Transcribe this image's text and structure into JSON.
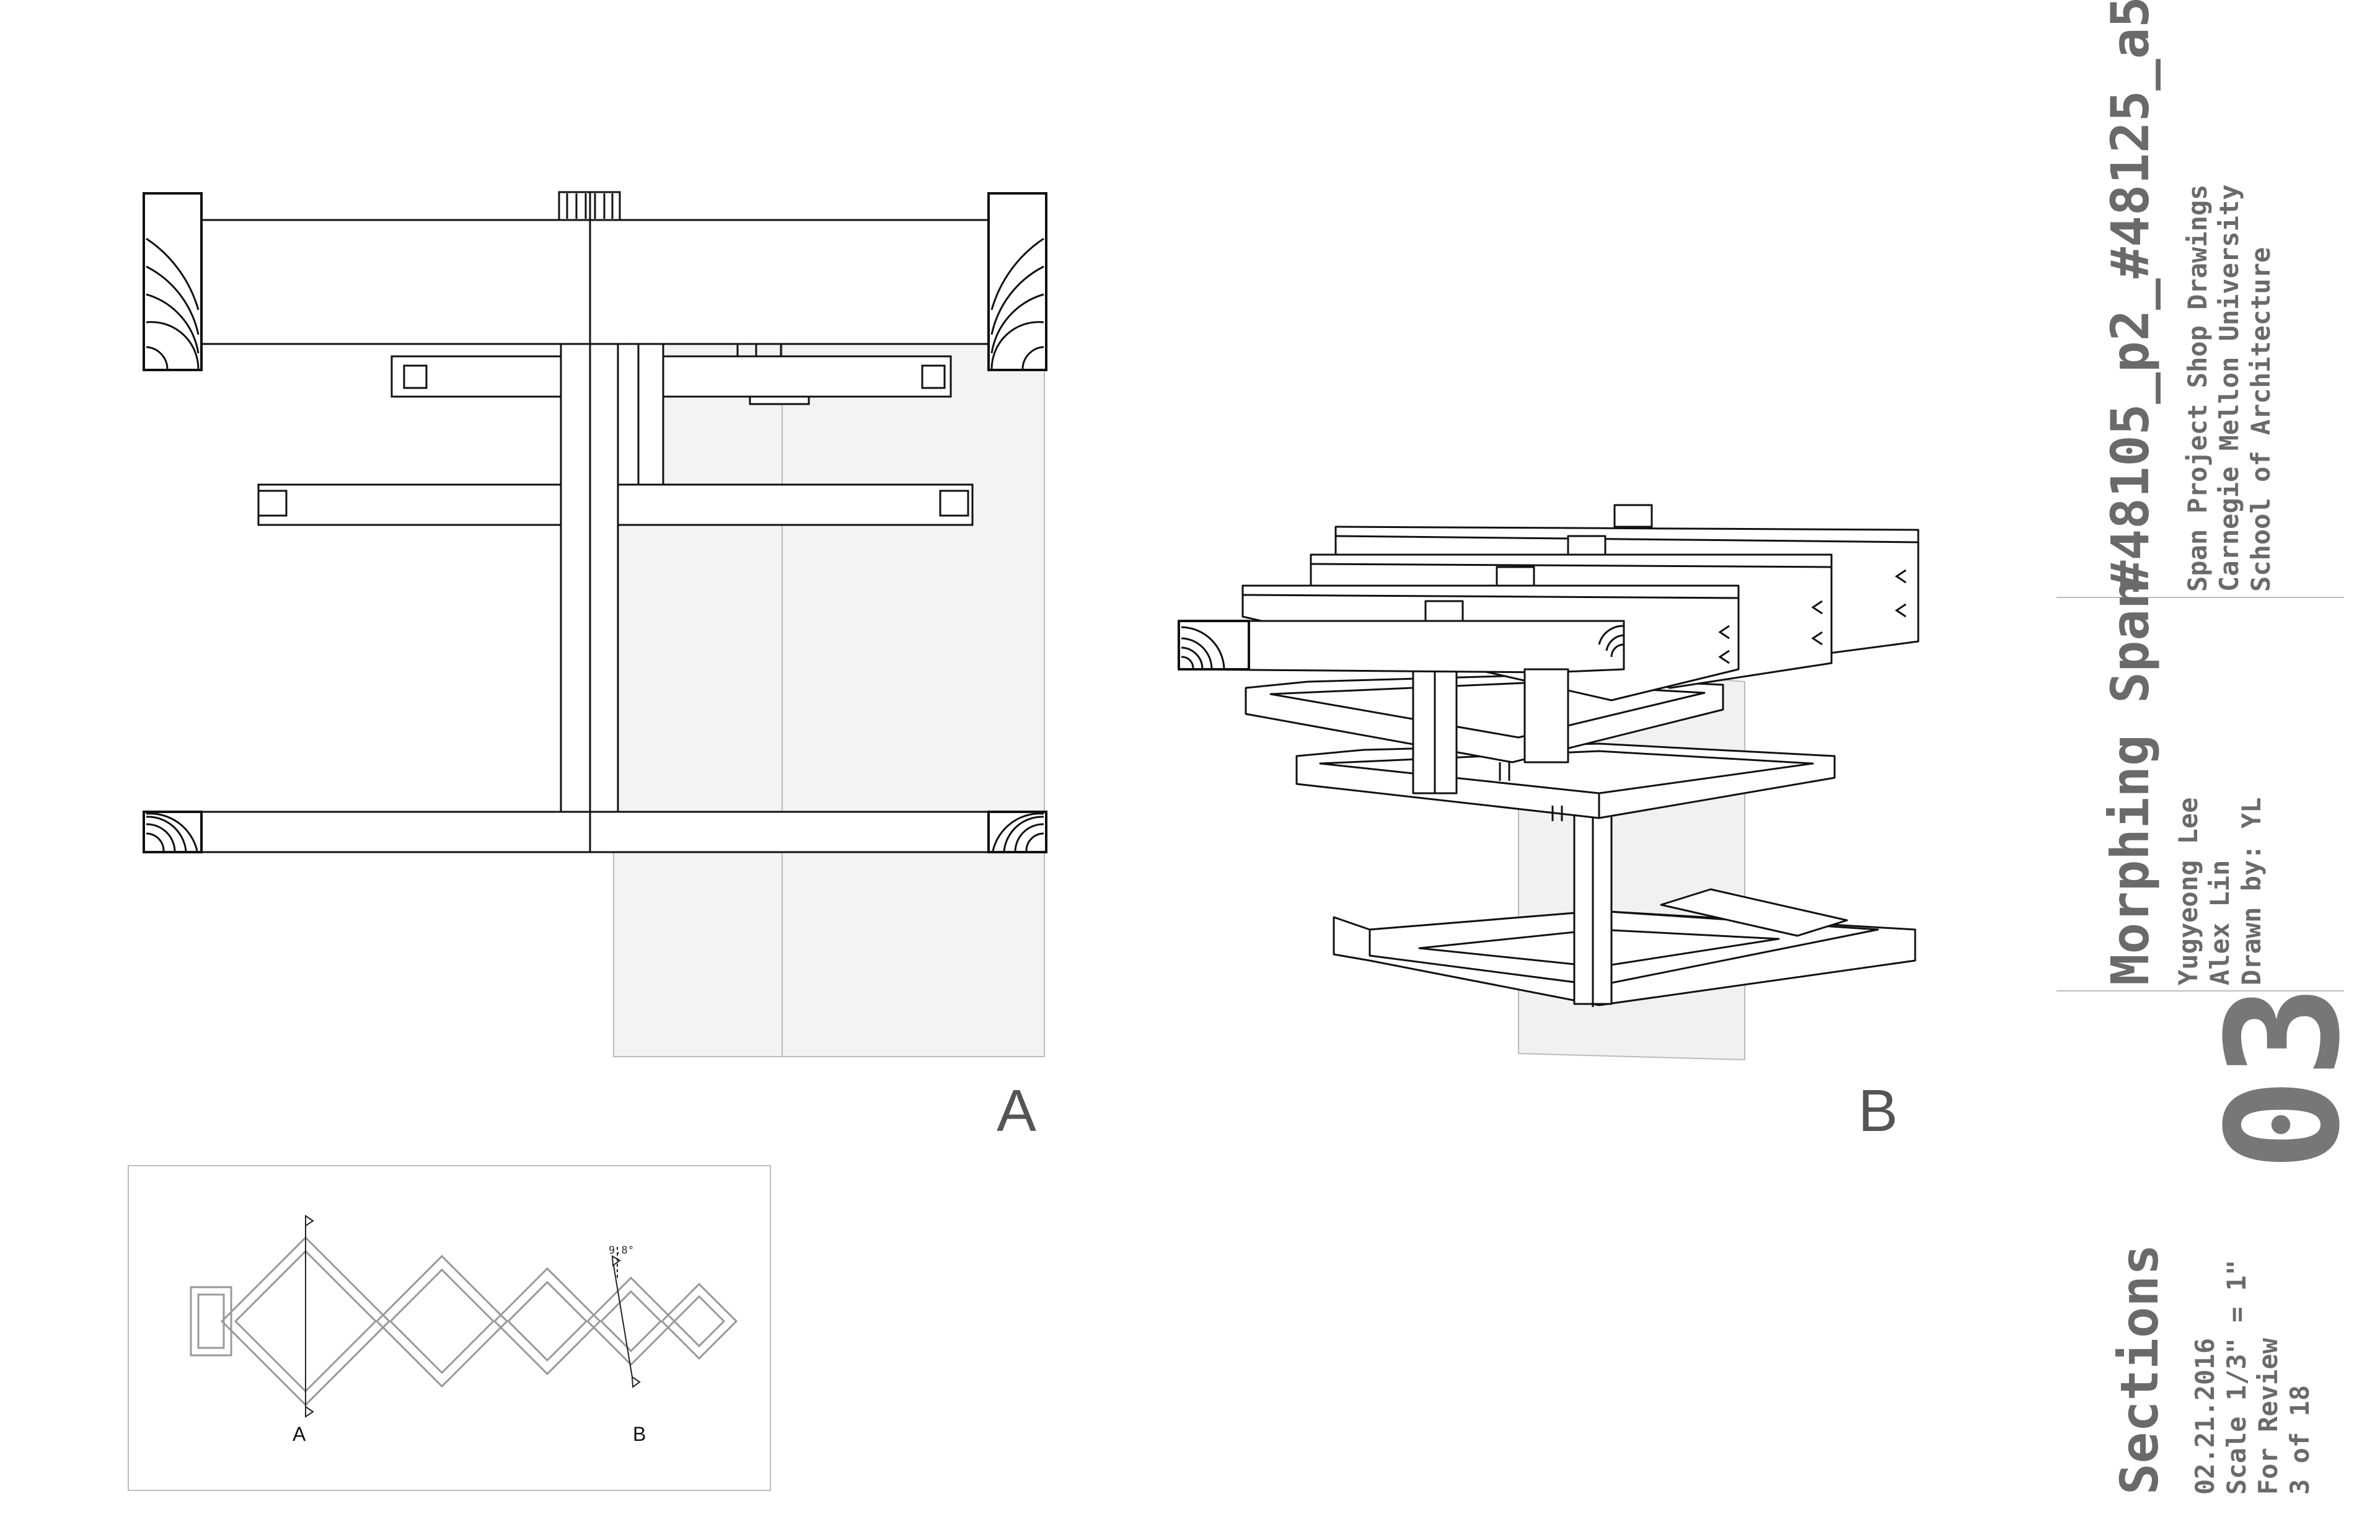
{
  "sheet": {
    "project_id": "#48105_p2_#48125_a5",
    "project_info": [
      "Span Project Shop Drawings",
      "Carnegie Mellon University",
      "School of Architecture"
    ],
    "title": "Morphing Span",
    "authors": [
      "Yugyeong Lee",
      "Alex Lin",
      "Drawn by: YL"
    ],
    "sheet_number": "03",
    "drawing_name": "Sections",
    "details": [
      "02.21.2016",
      "Scale 1/3\" = 1\"",
      "For Review",
      "3 of 18"
    ]
  },
  "views": {
    "section_a_label": "A",
    "section_b_label": "B"
  },
  "key_plan": {
    "cut_a_label": "A",
    "cut_b_label": "B",
    "angle_label": "9.8°"
  }
}
